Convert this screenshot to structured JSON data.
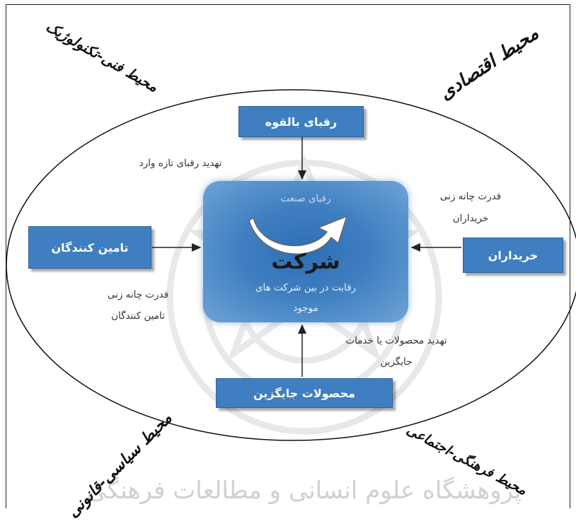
{
  "environments": {
    "economic": "محیط اقتصادی",
    "tech": "محیط فنی-تکنولوژیک",
    "political": "محیط سیاسی-قانونی",
    "cultural": "محیط فرهنگی-اجتماعی"
  },
  "boxes": {
    "potential_rivals": "رقبای بالقوه",
    "suppliers": "تامین کنندگان",
    "buyers": "خریداران",
    "substitutes": "محصولات جایگزین"
  },
  "center": {
    "industry_rivals": "رقبای صنعت",
    "company": "شرکت",
    "rivalry_line1": "رقابت در بین شرکت های",
    "rivalry_line2": "موجود"
  },
  "forces": {
    "new_entrants_threat": "تهدید رقبای تازه وارد",
    "buyer_power_line1": "قدرت چانه زنی",
    "buyer_power_line2": "خریداران",
    "supplier_power_line1": "قدرت چانه زنی",
    "supplier_power_line2": "تامین کنندگان",
    "substitute_threat_line1": "تهدید محصولات یا خدمات",
    "substitute_threat_line2": "جایگزین"
  },
  "watermark": "پژوهشگاه علوم انسانی و مطالعات فرهنگی",
  "colors": {
    "box_blue": "#3f7fc1",
    "center_blue": "#2e6db3"
  }
}
